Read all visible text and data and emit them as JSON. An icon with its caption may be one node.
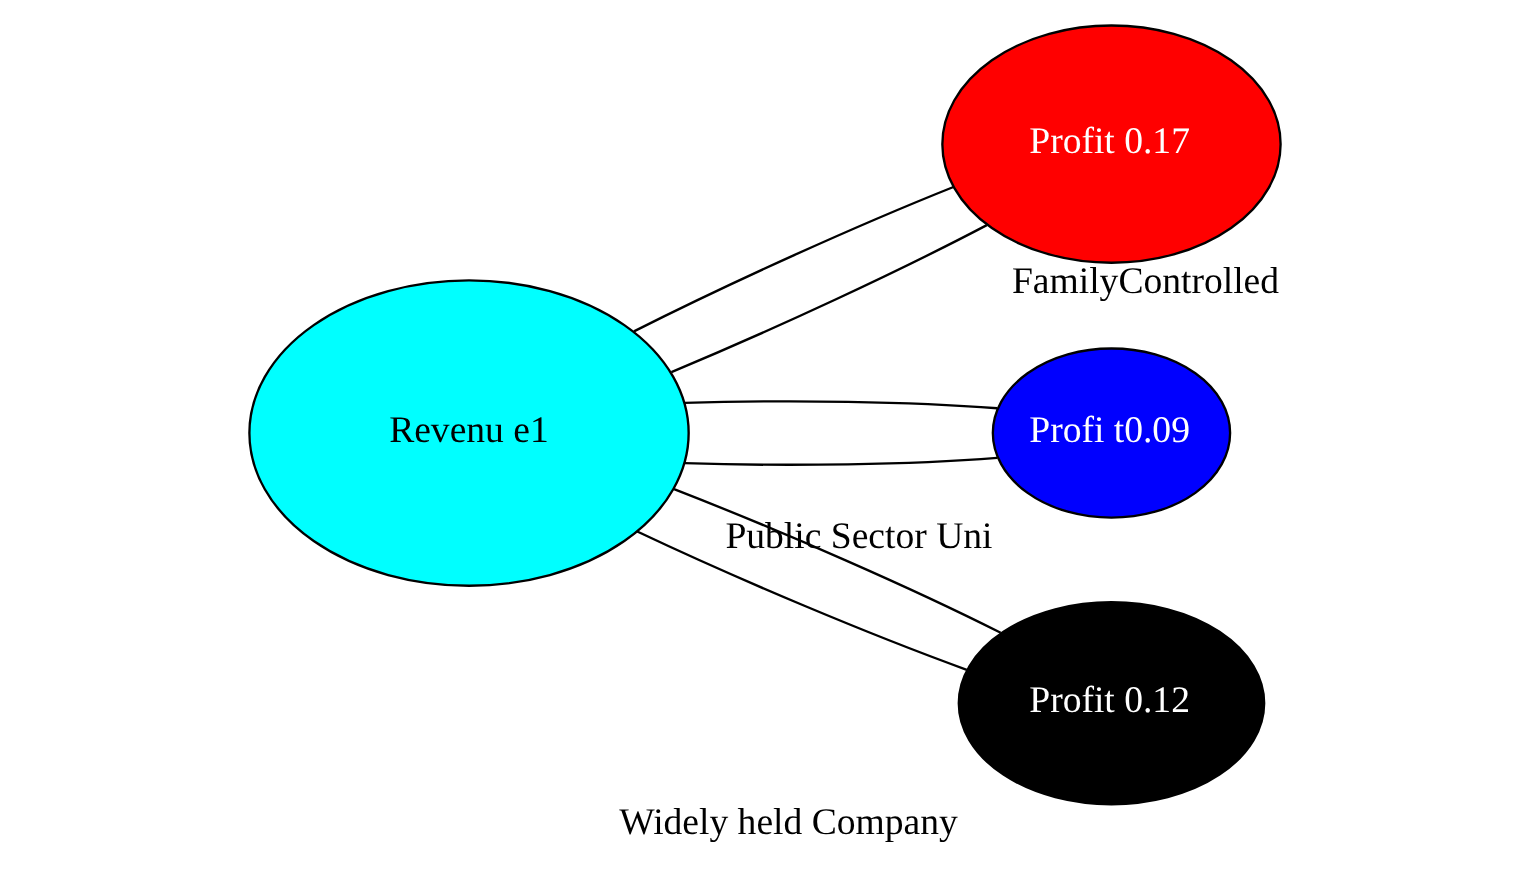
{
  "diagram": {
    "nodes": [
      {
        "text": [
          "Revenu e1"
        ]
      },
      {
        "text": [
          "Profit 0.17"
        ],
        "beside": [
          "FamilyControlled"
        ]
      },
      {
        "text": [
          "Profi t0.09"
        ],
        "beside": [
          "Public Sector Uni"
        ]
      },
      {
        "text": [
          "Profit 0.12"
        ],
        "beside": [
          "Widely held Company"
        ]
      }
    ],
    "edges": [
      {
        "from": 0,
        "to": 1,
        "arrow": "none"
      },
      {
        "from": 0,
        "to": 1,
        "arrow": "none"
      },
      {
        "from": 0,
        "to": 2,
        "arrow": "none"
      },
      {
        "from": 0,
        "to": 2,
        "arrow": "none"
      },
      {
        "from": 0,
        "to": 3,
        "arrow": "none"
      },
      {
        "from": 0,
        "to": 3,
        "arrow": "none"
      }
    ]
  }
}
